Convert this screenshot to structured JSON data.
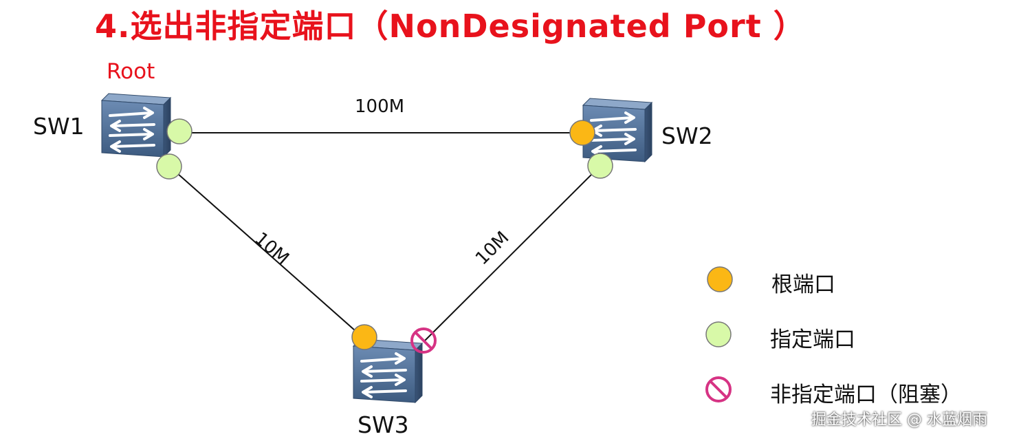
{
  "title": "4.选出非指定端口（NonDesignated Port ）",
  "root_label": "Root",
  "switches": [
    {
      "name": "SW1"
    },
    {
      "name": "SW2"
    },
    {
      "name": "SW3"
    }
  ],
  "links": [
    {
      "from": "SW1",
      "to": "SW2",
      "label": "100M"
    },
    {
      "from": "SW1",
      "to": "SW3",
      "label": "10M"
    },
    {
      "from": "SW2",
      "to": "SW3",
      "label": "10M"
    }
  ],
  "ports": [
    {
      "switch": "SW1",
      "link": "SW1-SW2",
      "role": "designated"
    },
    {
      "switch": "SW1",
      "link": "SW1-SW3",
      "role": "designated"
    },
    {
      "switch": "SW2",
      "link": "SW1-SW2",
      "role": "root"
    },
    {
      "switch": "SW2",
      "link": "SW2-SW3",
      "role": "designated"
    },
    {
      "switch": "SW3",
      "link": "SW1-SW3",
      "role": "root"
    },
    {
      "switch": "SW3",
      "link": "SW2-SW3",
      "role": "non-designated"
    }
  ],
  "legend": [
    {
      "role": "root",
      "label": "根端口"
    },
    {
      "role": "designated",
      "label": "指定端口"
    },
    {
      "role": "non-designated",
      "label": "非指定端口（阻塞）"
    }
  ],
  "colors": {
    "title": "#e8121c",
    "root_port": "#fbb715",
    "designated_port": "#d8f9a8",
    "blocked_port": "#d63384",
    "switch_body": "#4f6d92"
  },
  "watermark": "掘金技术社区 @ 水蓝烟雨"
}
